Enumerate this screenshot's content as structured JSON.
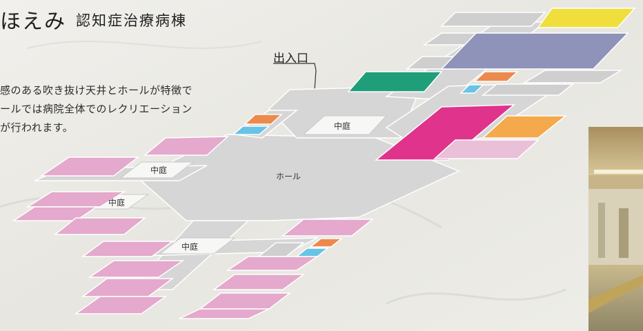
{
  "header": {
    "title_main": "ほえみ",
    "title_sub": "認知症治療病棟"
  },
  "description": {
    "lines": [
      "感のある吹き抜け天井とホールが特徴で",
      "ールでは病院全体でのレクリエーション",
      "が行われます。"
    ]
  },
  "map": {
    "entrance_label": "出入口",
    "hall_label": "ホール",
    "courtyard_label": "中庭",
    "colors": {
      "floor": "#d6d6d6",
      "room_pink": "#e4a9cd",
      "room_magenta": "#e0338b",
      "room_green": "#1f9e79",
      "room_yellow": "#f0de3c",
      "room_lavender": "#8f93b9",
      "room_orange": "#ec8a4d",
      "room_light_orange": "#f3a94c",
      "room_cyan": "#69c3e6",
      "room_light_pink": "#eabfd8",
      "room_gray": "#cfcfcf"
    }
  }
}
